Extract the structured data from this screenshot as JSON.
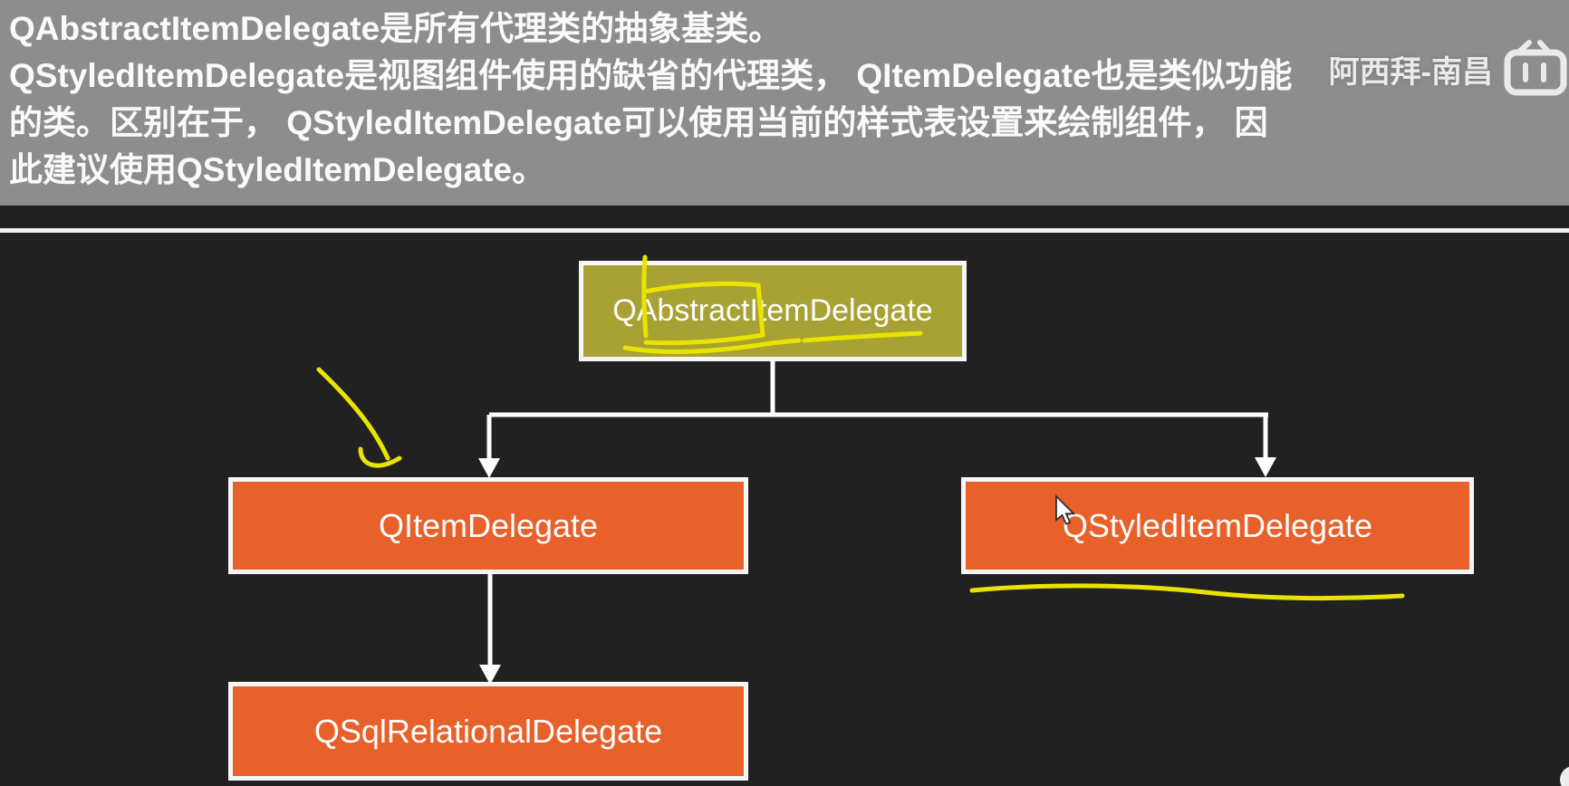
{
  "header": {
    "lines": [
      "QAbstractItemDelegate是所有代理类的抽象基类。",
      "QStyledItemDelegate是视图组件使用的缺省的代理类， QItemDelegate也是类似功能",
      "的类。区别在于， QStyledItemDelegate可以使用当前的样式表设置来绘制组件， 因",
      "此建议使用QStyledItemDelegate。"
    ]
  },
  "watermark": {
    "label": "阿西拜-南昌",
    "logo": "bilibili-tv-icon"
  },
  "diagram": {
    "nodes": {
      "abstract": {
        "label": "QAbstractItemDelegate",
        "variant": "olive"
      },
      "item": {
        "label": "QItemDelegate",
        "variant": "orange"
      },
      "styled": {
        "label": "QStyledItemDelegate",
        "variant": "orange"
      },
      "sql": {
        "label": "QSqlRelationalDelegate",
        "variant": "orange"
      }
    },
    "edges": [
      {
        "from": "abstract",
        "to": "item"
      },
      {
        "from": "abstract",
        "to": "styled"
      },
      {
        "from": "item",
        "to": "sql"
      }
    ],
    "annotations": [
      "hand-drawn yellow box around the word Abstract in root node",
      "hand-drawn yellow underline under QAbstractItemDelegate text",
      "hand-drawn yellow arrow pointing at QItemDelegate box",
      "hand-drawn yellow underline under QStyledItemDelegate box"
    ],
    "colors": {
      "header_bg": "#8d8d8d",
      "body_bg": "#212121",
      "olive_fill": "#a7a233",
      "orange_fill": "#e8602a",
      "box_border": "#f6f6f6",
      "connector": "#fdfdfd",
      "annotation_yellow": "#e9e300",
      "text": "#fafafa"
    }
  }
}
